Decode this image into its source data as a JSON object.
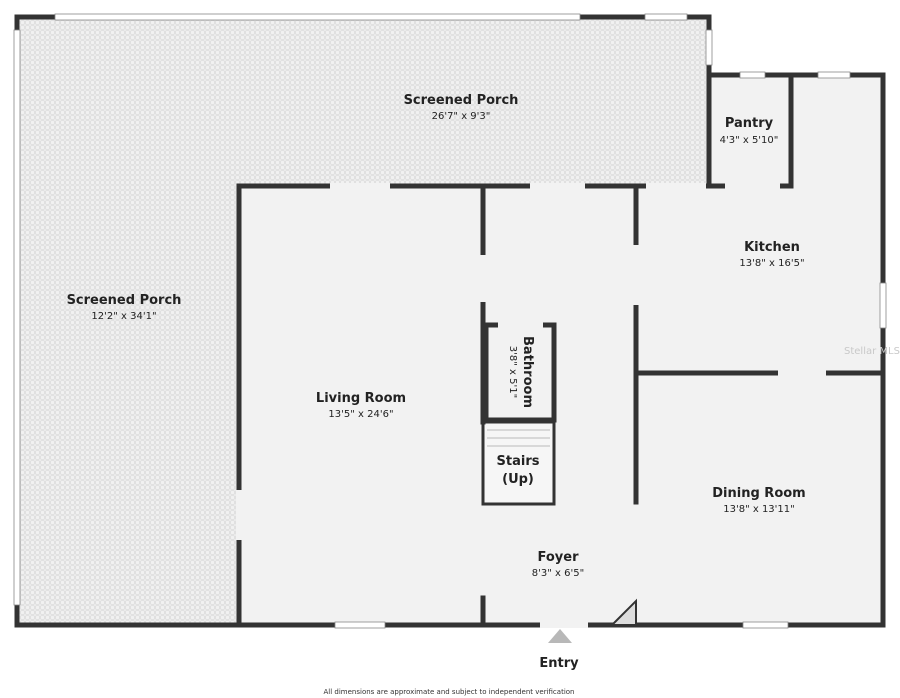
{
  "rooms": {
    "screened_porch_top": {
      "name": "Screened Porch",
      "dims": "26'7\" x 9'3\""
    },
    "screened_porch_left": {
      "name": "Screened Porch",
      "dims": "12'2\" x 34'1\""
    },
    "pantry": {
      "name": "Pantry",
      "dims": "4'3\" x 5'10\""
    },
    "kitchen": {
      "name": "Kitchen",
      "dims": "13'8\" x 16'5\""
    },
    "living_room": {
      "name": "Living Room",
      "dims": "13'5\" x 24'6\""
    },
    "bathroom": {
      "name": "Bathroom",
      "dims": "3'8\" x 5'1\""
    },
    "stairs": {
      "name": "Stairs",
      "note": "(Up)"
    },
    "dining_room": {
      "name": "Dining Room",
      "dims": "13'8\" x 13'11\""
    },
    "foyer": {
      "name": "Foyer",
      "dims": "8'3\" x 6'5\""
    }
  },
  "entry_label": "Entry",
  "footer_note": "All dimensions are approximate and subject to independent verification",
  "watermark": "Stellar MLS",
  "colors": {
    "wall": "#333333",
    "floor": "#f2f2f2",
    "porch": "#eeeeee",
    "window": "#ffffff",
    "entry_arrow": "#b8b8b8"
  }
}
